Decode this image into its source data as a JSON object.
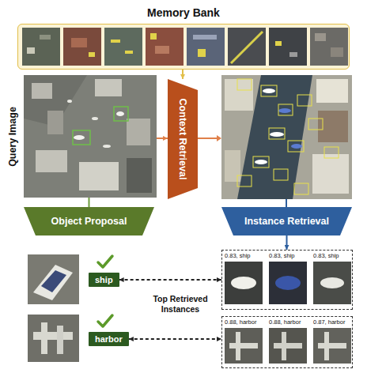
{
  "diagram": {
    "nodes": [
      {
        "text": [
          "Memory Bank"
        ]
      },
      {
        "text": [
          "Query Image"
        ]
      },
      {
        "text": [
          "Context Retrieval"
        ]
      },
      {
        "text": [
          "Object Proposal"
        ]
      },
      {
        "text": [
          "Instance Retrieval"
        ]
      },
      {
        "text": [
          "ship"
        ]
      },
      {
        "text": [
          "harbor"
        ]
      },
      {
        "text": [
          "0.83, ship",
          "0.83, ship",
          "0.83, ship"
        ]
      },
      {
        "text": [
          "0.88, harbor",
          "0.88, harbor",
          "0.87, harbor"
        ]
      }
    ],
    "edges": [
      {
        "from": 0,
        "to": 2,
        "arrow": "to"
      },
      {
        "from": 1,
        "to": 2,
        "arrow": "to"
      },
      {
        "from": 1,
        "to": 3,
        "arrow": "none"
      },
      {
        "from": 4,
        "to": 7,
        "arrow": "to"
      },
      {
        "from": 5,
        "to": 7,
        "arrow": "both"
      },
      {
        "from": 6,
        "to": 8,
        "arrow": "both"
      }
    ],
    "labels": [
      "Top Retrieved Instances"
    ]
  }
}
